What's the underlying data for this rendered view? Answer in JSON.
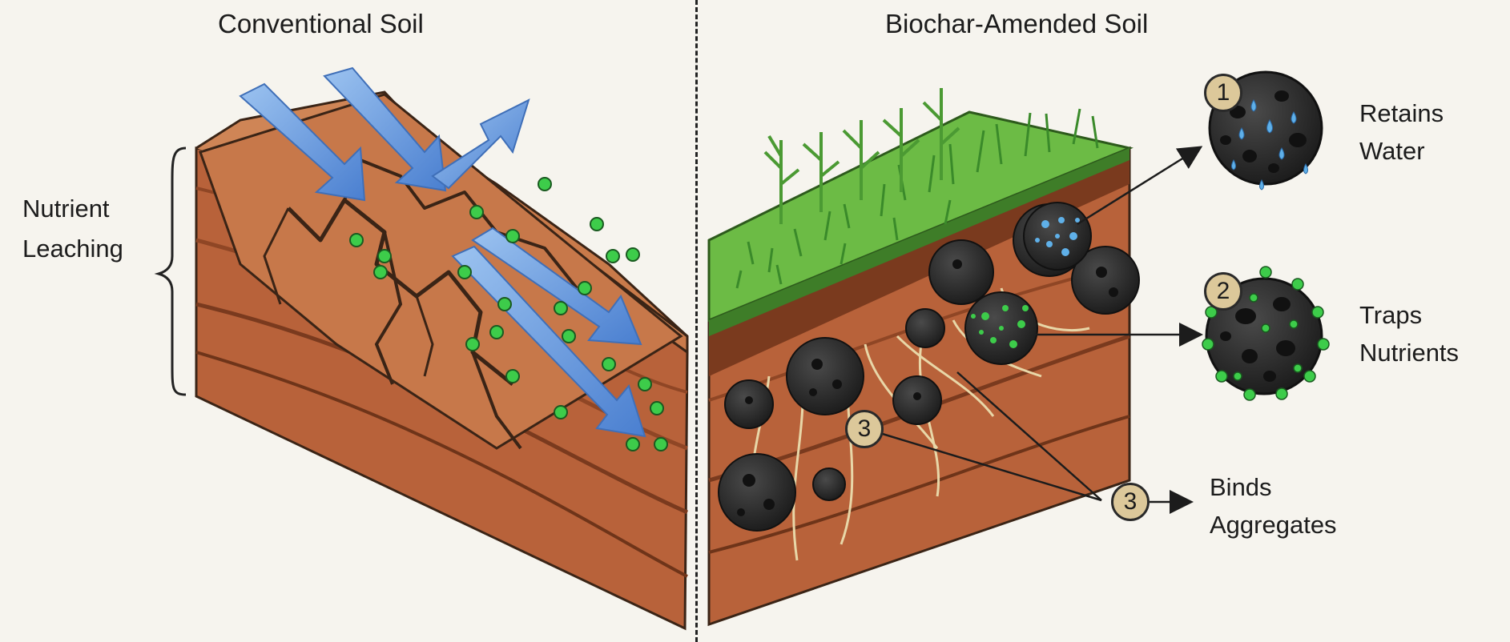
{
  "titles": {
    "left": "Conventional Soil",
    "right": "Biochar-Amended Soil"
  },
  "left_panel": {
    "label_line1": "Nutrient",
    "label_line2": "Leaching"
  },
  "callouts": [
    {
      "number": "1",
      "line1": "Retains",
      "line2": "Water"
    },
    {
      "number": "2",
      "line1": "Traps",
      "line2": "Nutrients"
    },
    {
      "number": "3",
      "line1": "Binds",
      "line2": "Aggregates"
    }
  ],
  "colors": {
    "background": "#f6f4ee",
    "soil_top": "#c97a4a",
    "soil_side": "#b8623a",
    "soil_dark": "#8f4625",
    "grass": "#6cbb45",
    "water_arrow": "#5b8fd6",
    "nutrient_dot": "#3dcc4a",
    "biochar": "#2c2c2c",
    "badge": "#dcc89a"
  }
}
